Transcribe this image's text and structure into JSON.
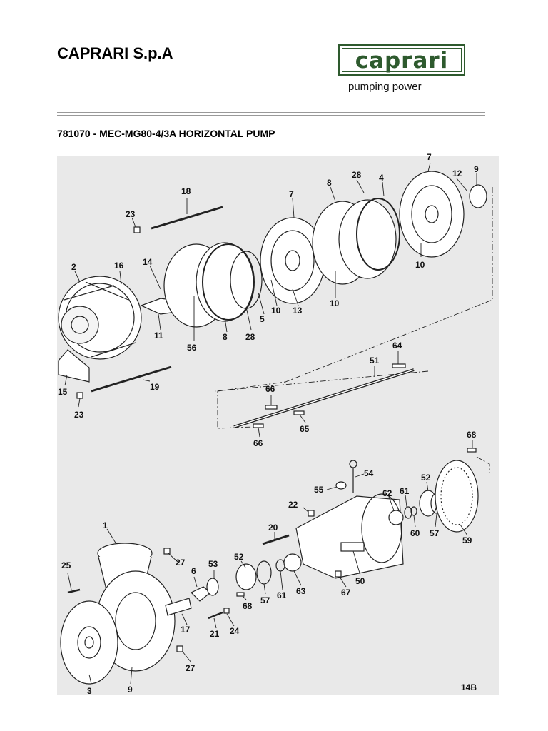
{
  "header": {
    "company": "CAPRARI S.p.A",
    "logo_text": "caprari",
    "tagline": "pumping power"
  },
  "title": "781070 - MEC-MG80-4/3A HORIZONTAL PUMP",
  "page_code": "14B",
  "colors": {
    "brand_green": "#2e5a2e",
    "diagram_bg": "#e9e9e9",
    "line": "#222222"
  },
  "part_labels": [
    {
      "id": "p7a",
      "text": "7"
    },
    {
      "id": "p9a",
      "text": "9"
    },
    {
      "id": "p12",
      "text": "12"
    },
    {
      "id": "p28a",
      "text": "28"
    },
    {
      "id": "p4",
      "text": "4"
    },
    {
      "id": "p8a",
      "text": "8"
    },
    {
      "id": "p7b",
      "text": "7"
    },
    {
      "id": "p18",
      "text": "18"
    },
    {
      "id": "p23a",
      "text": "23"
    },
    {
      "id": "p2",
      "text": "2"
    },
    {
      "id": "p16",
      "text": "16"
    },
    {
      "id": "p14",
      "text": "14"
    },
    {
      "id": "p10a",
      "text": "10"
    },
    {
      "id": "p10b",
      "text": "10"
    },
    {
      "id": "p10c",
      "text": "10"
    },
    {
      "id": "p13",
      "text": "13"
    },
    {
      "id": "p5",
      "text": "5"
    },
    {
      "id": "p28b",
      "text": "28"
    },
    {
      "id": "p8b",
      "text": "8"
    },
    {
      "id": "p56",
      "text": "56"
    },
    {
      "id": "p11",
      "text": "11"
    },
    {
      "id": "p15",
      "text": "15"
    },
    {
      "id": "p19",
      "text": "19"
    },
    {
      "id": "p23b",
      "text": "23"
    },
    {
      "id": "p64",
      "text": "64"
    },
    {
      "id": "p51",
      "text": "51"
    },
    {
      "id": "p66a",
      "text": "66"
    },
    {
      "id": "p66b",
      "text": "66"
    },
    {
      "id": "p65",
      "text": "65"
    },
    {
      "id": "p68a",
      "text": "68"
    },
    {
      "id": "p54",
      "text": "54"
    },
    {
      "id": "p55",
      "text": "55"
    },
    {
      "id": "p52a",
      "text": "52"
    },
    {
      "id": "p62",
      "text": "62"
    },
    {
      "id": "p61a",
      "text": "61"
    },
    {
      "id": "p22",
      "text": "22"
    },
    {
      "id": "p20",
      "text": "20"
    },
    {
      "id": "p1",
      "text": "1"
    },
    {
      "id": "p60",
      "text": "60"
    },
    {
      "id": "p57a",
      "text": "57"
    },
    {
      "id": "p59",
      "text": "59"
    },
    {
      "id": "p25",
      "text": "25"
    },
    {
      "id": "p27a",
      "text": "27"
    },
    {
      "id": "p6",
      "text": "6"
    },
    {
      "id": "p53",
      "text": "53"
    },
    {
      "id": "p52b",
      "text": "52"
    },
    {
      "id": "p57b",
      "text": "57"
    },
    {
      "id": "p61b",
      "text": "61"
    },
    {
      "id": "p63",
      "text": "63"
    },
    {
      "id": "p67",
      "text": "67"
    },
    {
      "id": "p50",
      "text": "50"
    },
    {
      "id": "p68b",
      "text": "68"
    },
    {
      "id": "p17",
      "text": "17"
    },
    {
      "id": "p21",
      "text": "21"
    },
    {
      "id": "p24",
      "text": "24"
    },
    {
      "id": "p27b",
      "text": "27"
    },
    {
      "id": "p3",
      "text": "3"
    },
    {
      "id": "p9b",
      "text": "9"
    }
  ]
}
